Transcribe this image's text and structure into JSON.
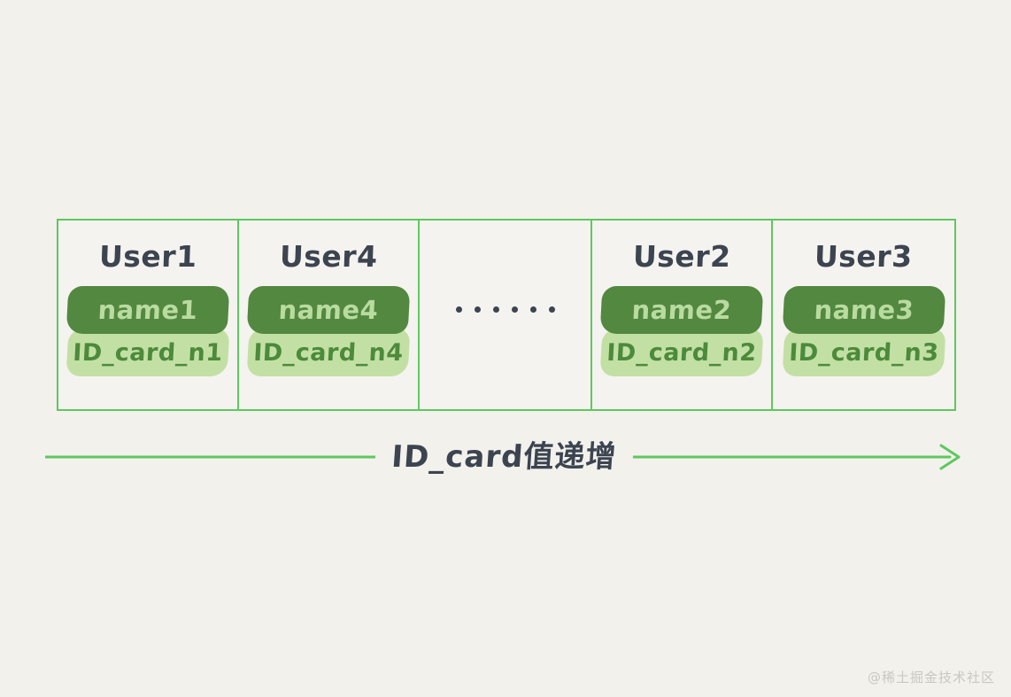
{
  "diagram": {
    "background_color": "#f2f1ec",
    "border_color": "#5ec85e",
    "title_color": "#3c4450",
    "name_pill_color": "#52883f",
    "name_text_color": "#b9dba0",
    "id_pill_color": "#c3e0a4",
    "id_text_color": "#4c8a3c",
    "cells": [
      {
        "user": "User1",
        "name": "name1",
        "id_card": "ID_card_n1",
        "type": "data"
      },
      {
        "user": "User4",
        "name": "name4",
        "id_card": "ID_card_n4",
        "type": "data"
      },
      {
        "user": "",
        "name": "",
        "id_card": "",
        "type": "ellipsis",
        "dots": 6
      },
      {
        "user": "User2",
        "name": "name2",
        "id_card": "ID_card_n2",
        "type": "data"
      },
      {
        "user": "User3",
        "name": "name3",
        "id_card": "ID_card_n3",
        "type": "data"
      }
    ],
    "arrow": {
      "caption": "ID_card值递增",
      "direction": "right",
      "color": "#5ec85e"
    }
  },
  "watermark": {
    "text": "@稀土掘金技术社区"
  }
}
